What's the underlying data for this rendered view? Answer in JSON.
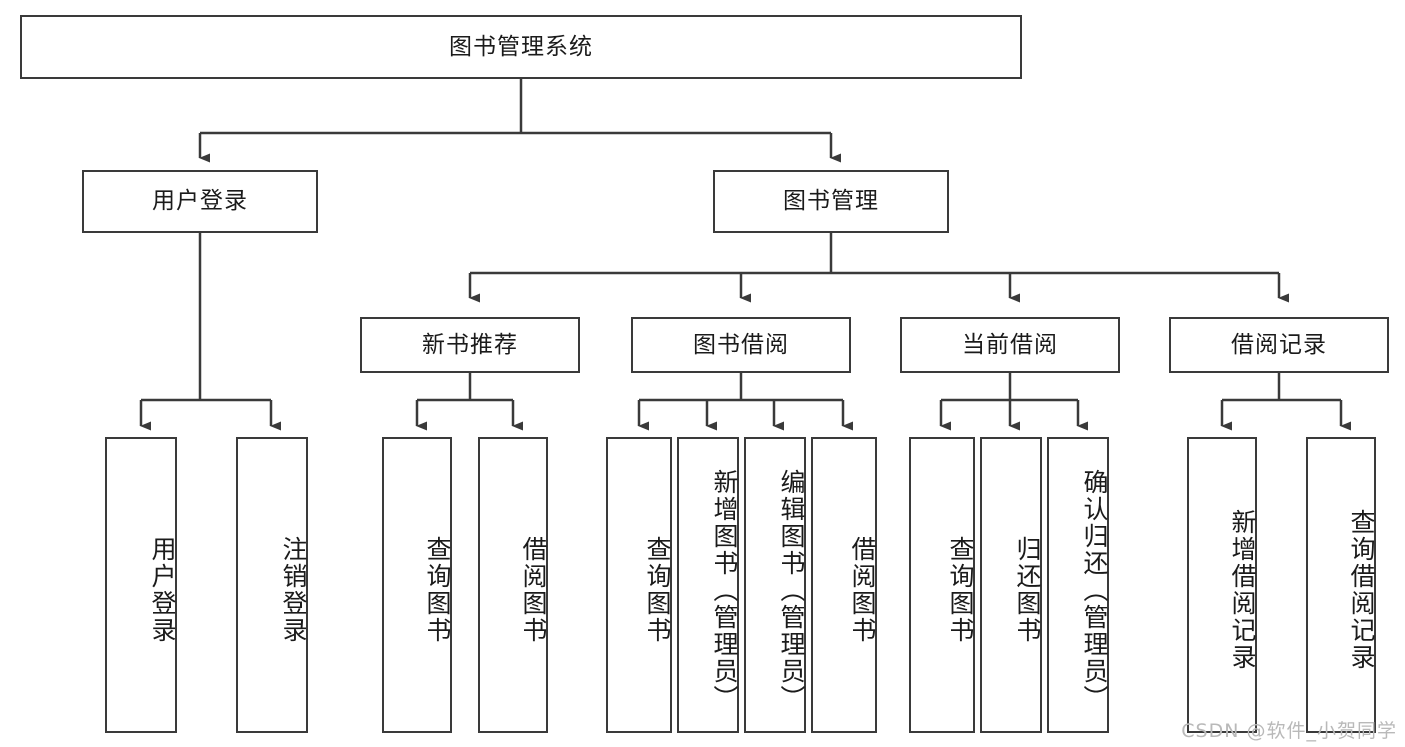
{
  "diagram": {
    "title": "图书管理系统",
    "watermark": "CSDN @软件_小贺同学",
    "level2": [
      {
        "label": "用户登录"
      },
      {
        "label": "图书管理"
      }
    ],
    "level3": [
      {
        "label": "新书推荐"
      },
      {
        "label": "图书借阅"
      },
      {
        "label": "当前借阅"
      },
      {
        "label": "借阅记录"
      }
    ],
    "leaves": {
      "user_login": [
        {
          "label": "用户登录"
        },
        {
          "label": "注销登录"
        }
      ],
      "new_book": [
        {
          "label": "查询图书"
        },
        {
          "label": "借阅图书"
        }
      ],
      "book_borrow": [
        {
          "label": "查询图书"
        },
        {
          "label": "新增图书（管理员）"
        },
        {
          "label": "编辑图书（管理员）"
        },
        {
          "label": "借阅图书"
        }
      ],
      "current_borrow": [
        {
          "label": "查询图书"
        },
        {
          "label": "归还图书"
        },
        {
          "label": "确认归还（管理员）"
        }
      ],
      "borrow_record": [
        {
          "label": "新增借阅记录"
        },
        {
          "label": "查询借阅记录"
        }
      ]
    },
    "colors": {
      "stroke": "#3a3a3a",
      "background": "#ffffff",
      "text": "#1b1b1b",
      "watermark": "#b9b9b9"
    }
  }
}
